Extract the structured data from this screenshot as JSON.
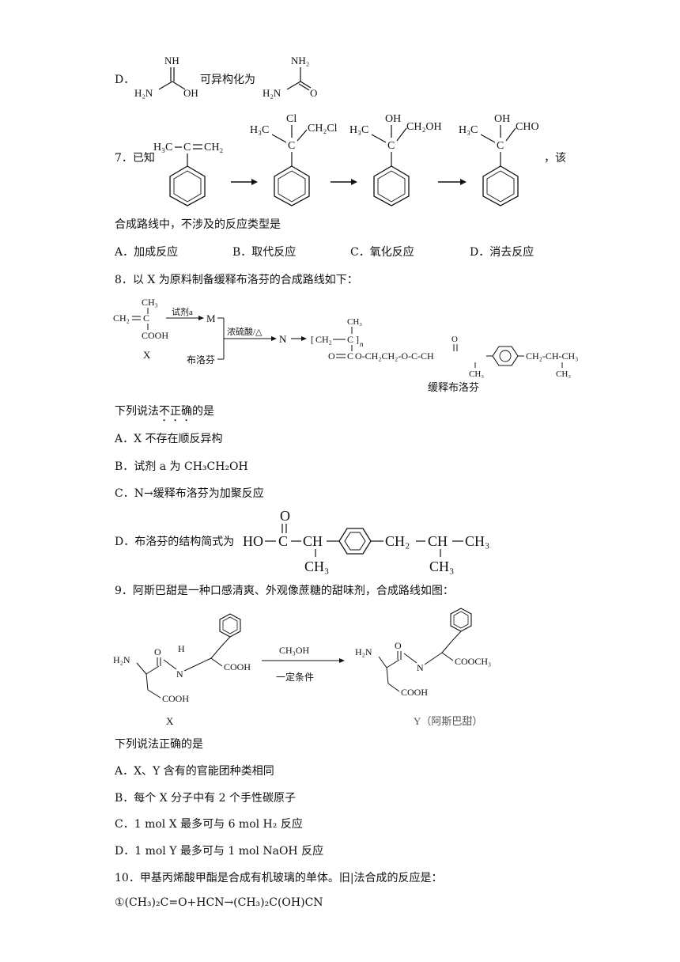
{
  "q6d": {
    "label": "D．",
    "text": "可异构化为",
    "left_mol": {
      "top": "NH",
      "left": "H₂N",
      "right": "OH"
    },
    "right_mol": {
      "top": "NH₂",
      "left": "H₂N",
      "right": "O"
    }
  },
  "q7": {
    "stem": "7．已知",
    "tail": "，该",
    "line2": "合成路线中，不涉及的反应类型是",
    "m1": {
      "h3c": "H₃C",
      "c": "C",
      "ch2": "CH₂"
    },
    "m2": {
      "h3c": "H₃C",
      "cl1": "Cl",
      "ch2cl": "CH₂Cl",
      "c": "C"
    },
    "m3": {
      "h3c": "H₃C",
      "oh": "OH",
      "ch2oh": "CH₂OH",
      "c": "C"
    },
    "m4": {
      "h3c": "H₃C",
      "oh": "OH",
      "cho": "CHO",
      "c": "C"
    },
    "options": [
      {
        "label": "A．加成反应"
      },
      {
        "label": "B．取代反应"
      },
      {
        "label": "C．氧化反应"
      },
      {
        "label": "D．消去反应"
      }
    ]
  },
  "q8": {
    "stem": "8．以 X 为原料制备缓释布洛芬的合成路线如下：",
    "scheme": {
      "ch3": "CH₃",
      "ch2": "CH₂",
      "c": "C",
      "cooh": "COOH",
      "x": "X",
      "reagent": "试剂a",
      "m": "M",
      "cond": "浓硫酸/△",
      "n": "N",
      "ibuprofen": "布洛芬",
      "product": "缓释布洛芬",
      "chain": "O-CH₂CH₂-O-C-CH",
      "tail": "CH₂-CH-CH₃",
      "o": "O",
      "n_sub": "n"
    },
    "question_pre": "下列说法",
    "question_em": "不正确",
    "question_post": "的是",
    "options": [
      {
        "label": "A．X 不存在顺反异构"
      },
      {
        "label": "B．试剂 a 为 CH₃CH₂OH"
      },
      {
        "label": "C．N→缓释布洛芬为加聚反应"
      }
    ],
    "opt_d": "D．布洛芬的结构简式为",
    "opt_d_formula": {
      "ho": "HO",
      "c": "C",
      "ch": "CH",
      "ch3": "CH₃",
      "ch2": "CH₂",
      "o": "O"
    }
  },
  "q9": {
    "stem": "9．阿斯巴甜是一种口感清爽、外观像蔗糖的甜味剂，合成路线如图：",
    "reagent": "CH₃OH",
    "condition": "一定条件",
    "x_label": "X",
    "y_label": "Y（阿斯巴甜）",
    "atoms": {
      "h2n": "H₂N",
      "o": "O",
      "h": "H",
      "n": "N",
      "cooh": "COOH",
      "cooch3": "COOCH₃"
    },
    "question": "下列说法正确的是",
    "options": [
      {
        "label": "A．X、Y 含有的官能团种类相同"
      },
      {
        "label": "B．每个 X 分子中有 2 个手性碳原子"
      },
      {
        "label": "C．1 mol X 最多可与 6 mol H₂ 反应"
      },
      {
        "label": "D．1 mol Y 最多可与 1 mol NaOH 反应"
      }
    ]
  },
  "q10": {
    "stem": "10．甲基丙烯酸甲酯是合成有机玻璃的单体。旧|法合成的反应是：",
    "eq1": "①(CH₃)₂C=O+HCN→(CH₃)₂C(OH)CN"
  }
}
